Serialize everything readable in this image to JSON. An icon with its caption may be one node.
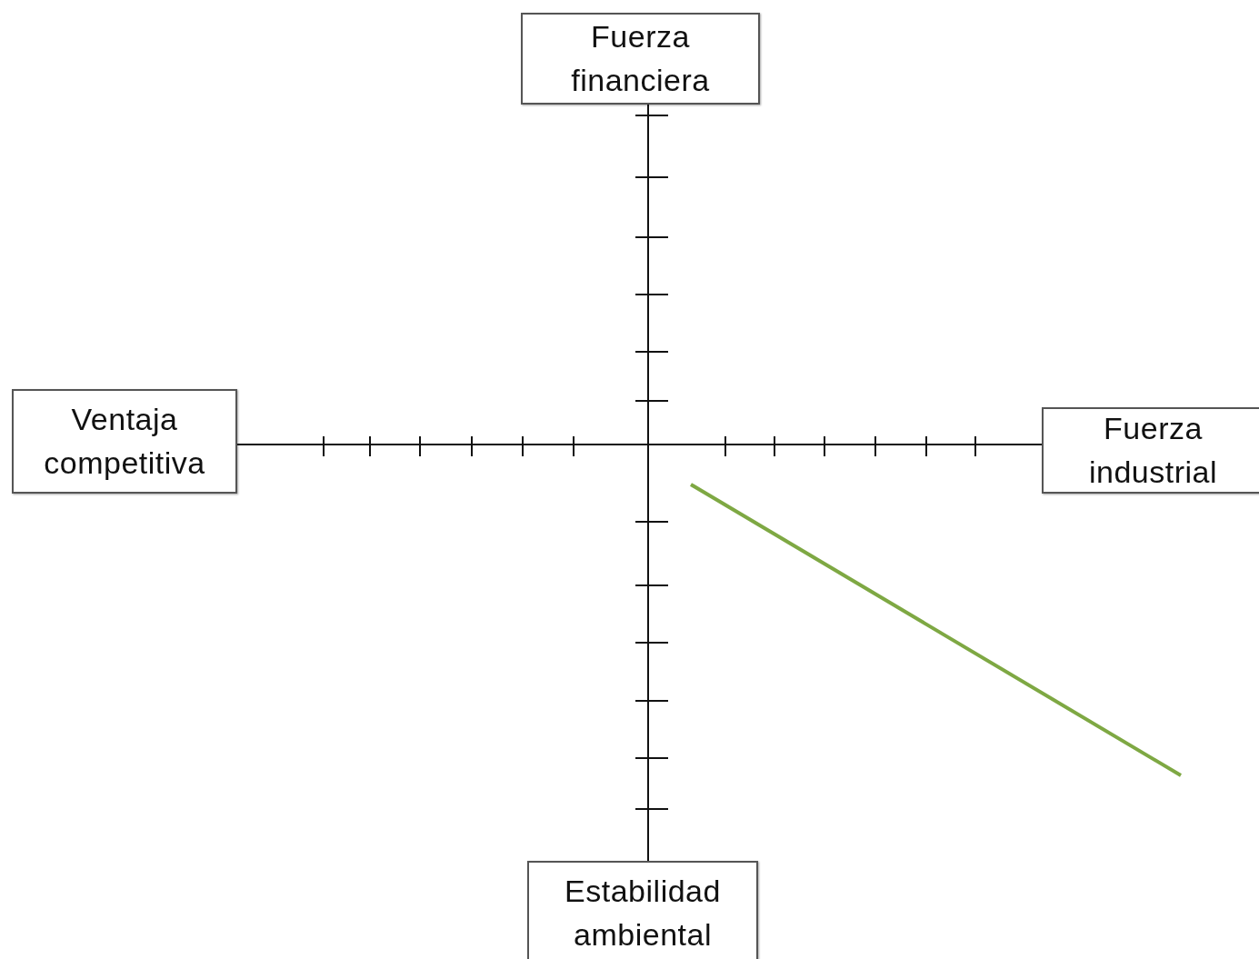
{
  "diagram": {
    "nodes": [
      {
        "text": [
          "Fuerza financiera"
        ]
      },
      {
        "text": [
          "Ventaja competitiva"
        ]
      },
      {
        "text": [
          "Fuerza industrial"
        ]
      },
      {
        "text": [
          "Estabilidad ambiental"
        ]
      }
    ],
    "edges": [
      {
        "from": 0,
        "to": 3,
        "arrow": "none"
      },
      {
        "from": 1,
        "to": 2,
        "arrow": "none"
      }
    ]
  }
}
